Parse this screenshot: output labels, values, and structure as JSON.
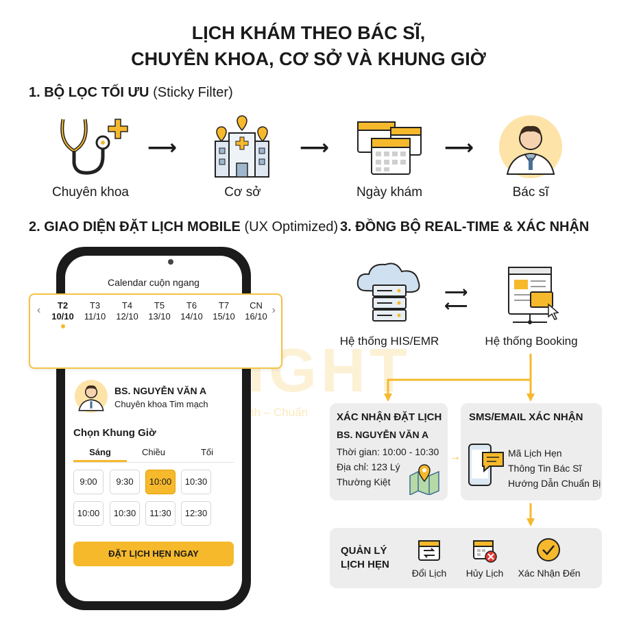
{
  "title": {
    "line1": "LỊCH KHÁM THEO BÁC SĨ,",
    "line2": "CHUYÊN KHOA, CƠ SỞ VÀ KHUNG GIỜ"
  },
  "section1": {
    "label": "1. BỘ LỌC TỐI ƯU",
    "sub": "(Sticky Filter)",
    "steps": [
      "Chuyên khoa",
      "Cơ sở",
      "Ngày khám",
      "Bác sĩ"
    ]
  },
  "section2": {
    "label": "2. GIAO DIỆN ĐẶT LỊCH MOBILE",
    "sub": "(UX Optimized)"
  },
  "section3": {
    "label": "3. ĐỒNG BỘ REAL-TIME & XÁC NHẬN"
  },
  "watermark": {
    "main": "LIGHT",
    "sub": "Nhanh – Chuẩn"
  },
  "phone": {
    "calendar_title": "Calendar cuộn ngang",
    "days": [
      {
        "dow": "T2",
        "date": "10/10"
      },
      {
        "dow": "T3",
        "date": "11/10"
      },
      {
        "dow": "T4",
        "date": "12/10"
      },
      {
        "dow": "T5",
        "date": "13/10"
      },
      {
        "dow": "T6",
        "date": "14/10"
      },
      {
        "dow": "T7",
        "date": "15/10"
      },
      {
        "dow": "CN",
        "date": "16/10"
      }
    ],
    "selected_day": 0,
    "doctor": {
      "name": "BS. NGUYỄN VĂN A",
      "specialty": "Chuyên khoa Tim mạch"
    },
    "slot_heading": "Chọn Khung Giờ",
    "periods": [
      "Sáng",
      "Chiều",
      "Tối"
    ],
    "active_period": 0,
    "slots": [
      "9:00",
      "9:30",
      "10:00",
      "10:30",
      "10:00",
      "10:30",
      "11:30",
      "12:30"
    ],
    "selected_slot": 2,
    "book_button": "ĐẶT LỊCH HẸN NGAY"
  },
  "sync": {
    "his_label": "Hệ thống HIS/EMR",
    "booking_label": "Hệ thống Booking",
    "confirm": {
      "title": "XÁC NHẬN ĐẶT LỊCH",
      "doctor": "BS. NGUYỄN VĂN A",
      "time": "Thời gian: 10:00 - 10:30",
      "address1": "Địa chỉ: 123 Lý",
      "address2": "Thường Kiệt"
    },
    "sms": {
      "title": "SMS/EMAIL XÁC NHẬN",
      "items": [
        "Mã Lịch Hẹn",
        "Thông Tin Bác Sĩ",
        "Hướng Dẫn Chuẩn Bị"
      ]
    },
    "manage": {
      "title1": "QUẢN LÝ",
      "title2": "LỊCH HẸN",
      "actions": [
        "Đổi Lịch",
        "Hủy Lịch",
        "Xác Nhận Đến"
      ]
    }
  },
  "colors": {
    "accent": "#f6b92c",
    "card": "#ededed"
  }
}
